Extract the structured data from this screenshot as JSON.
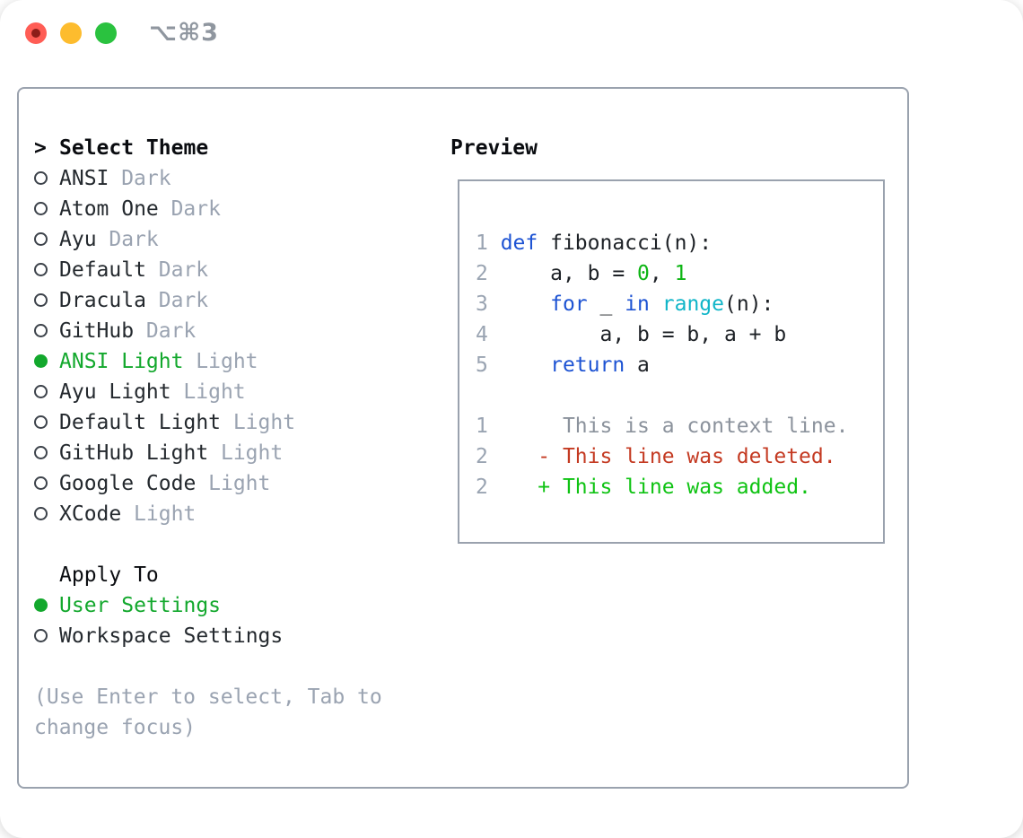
{
  "window": {
    "shortcut": "⌥⌘3"
  },
  "colors": {
    "panel_border": "#9aa2ae",
    "text": "#24292e",
    "heading": "#0a0c10",
    "muted": "#9aa3b1",
    "selection_green": "#13a82d",
    "line_number": "#9aa4b2",
    "keyword_blue": "#1d53d3",
    "function_cyan": "#10b5c8",
    "literal_green": "#0db514",
    "code_text": "#1d2126",
    "context_gray": "#8b929c",
    "deleted_red": "#c43a22",
    "added_green": "#0fc313",
    "shortcut_gray": "#8f969f",
    "traffic_red": "#ff5d55",
    "traffic_yellow": "#fdbc2e",
    "traffic_green": "#2ac23f"
  },
  "icons": {
    "traffic_lights": [
      "close-icon",
      "minimize-icon",
      "zoom-icon"
    ],
    "radio_unselected": "circle-outline",
    "radio_selected": "circle-filled-green"
  },
  "theme_picker": {
    "title_prefix": ">",
    "title": "Select Theme",
    "themes": [
      {
        "name": "ANSI",
        "variant": "Dark",
        "selected": false
      },
      {
        "name": "Atom One",
        "variant": "Dark",
        "selected": false
      },
      {
        "name": "Ayu",
        "variant": "Dark",
        "selected": false
      },
      {
        "name": "Default",
        "variant": "Dark",
        "selected": false
      },
      {
        "name": "Dracula",
        "variant": "Dark",
        "selected": false
      },
      {
        "name": "GitHub",
        "variant": "Dark",
        "selected": false
      },
      {
        "name": "ANSI Light",
        "variant": "Light",
        "selected": true
      },
      {
        "name": "Ayu Light",
        "variant": "Light",
        "selected": false
      },
      {
        "name": "Default Light",
        "variant": "Light",
        "selected": false
      },
      {
        "name": "GitHub Light",
        "variant": "Light",
        "selected": false
      },
      {
        "name": "Google Code",
        "variant": "Light",
        "selected": false
      },
      {
        "name": "XCode",
        "variant": "Light",
        "selected": false
      }
    ],
    "apply_to": {
      "title": "Apply To",
      "options": [
        {
          "label": "User Settings",
          "selected": true
        },
        {
          "label": "Workspace Settings",
          "selected": false
        }
      ]
    },
    "help_text": "(Use Enter to select, Tab to change focus)"
  },
  "preview": {
    "title": "Preview",
    "lines": [
      {
        "tokens": [
          {
            "c": "ln",
            "s": "1 "
          },
          {
            "c": "kw",
            "s": "def"
          },
          {
            "c": "code",
            "s": " fibonacci(n):"
          }
        ]
      },
      {
        "tokens": [
          {
            "c": "ln",
            "s": "2 "
          },
          {
            "c": "code",
            "s": "    a, b = "
          },
          {
            "c": "lit",
            "s": "0"
          },
          {
            "c": "code",
            "s": ", "
          },
          {
            "c": "lit",
            "s": "1"
          }
        ]
      },
      {
        "tokens": [
          {
            "c": "ln",
            "s": "3 "
          },
          {
            "c": "code",
            "s": "    "
          },
          {
            "c": "kw",
            "s": "for"
          },
          {
            "c": "code",
            "s": " _ "
          },
          {
            "c": "kw",
            "s": "in"
          },
          {
            "c": "code",
            "s": " "
          },
          {
            "c": "fn",
            "s": "range"
          },
          {
            "c": "code",
            "s": "(n):"
          }
        ]
      },
      {
        "tokens": [
          {
            "c": "ln",
            "s": "4 "
          },
          {
            "c": "code",
            "s": "        a, b = b, a + b"
          }
        ]
      },
      {
        "tokens": [
          {
            "c": "ln",
            "s": "5 "
          },
          {
            "c": "code",
            "s": "    "
          },
          {
            "c": "kw",
            "s": "return"
          },
          {
            "c": "code",
            "s": " a"
          }
        ]
      },
      {
        "tokens": []
      },
      {
        "tokens": [
          {
            "c": "ln",
            "s": "1"
          },
          {
            "c": "ctx",
            "s": "      This is a context line."
          }
        ]
      },
      {
        "tokens": [
          {
            "c": "ln",
            "s": "2"
          },
          {
            "c": "del",
            "s": "    - This line was deleted."
          }
        ]
      },
      {
        "tokens": [
          {
            "c": "ln",
            "s": "2"
          },
          {
            "c": "add",
            "s": "    + This line was added."
          }
        ]
      }
    ]
  }
}
